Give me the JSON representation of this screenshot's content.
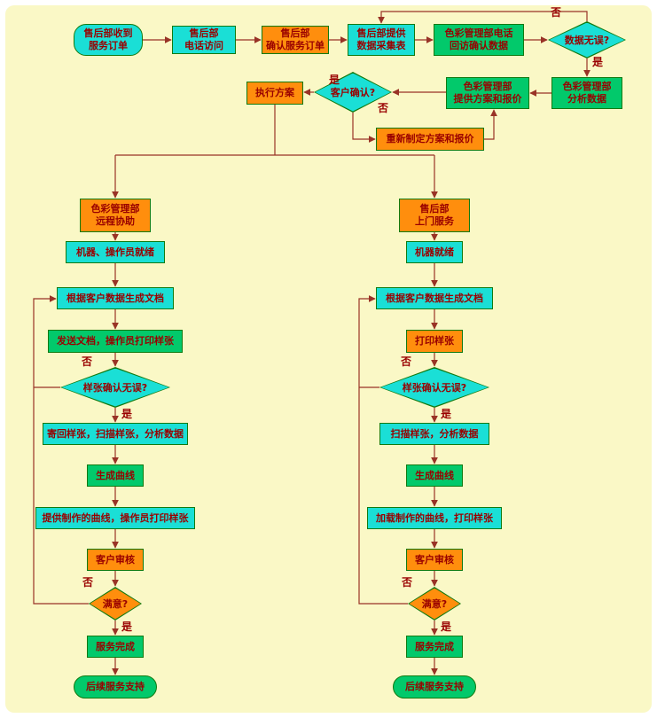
{
  "diagram": {
    "type": "flowchart",
    "colors": {
      "bg": "#FAF8C6",
      "cyan": "#1ADFD6",
      "orange": "#FF8E0D",
      "green": "#02C96B",
      "border": "#117A11",
      "line": "#993326",
      "text": "#990000"
    },
    "edge_labels": {
      "yes": "是",
      "no": "否"
    },
    "nodes": [
      {
        "name": "receive-order",
        "shape": "terminator",
        "color": "cyan",
        "text": "售后部收到\n服务订单"
      },
      {
        "name": "phone-visit",
        "shape": "process",
        "color": "cyan",
        "text": "售后部\n电话访问"
      },
      {
        "name": "confirm-order",
        "shape": "process",
        "color": "orange",
        "text": "售后部\n确认服务订单"
      },
      {
        "name": "data-collection-form",
        "shape": "process",
        "color": "cyan",
        "text": "售后部提供\n数据采集表"
      },
      {
        "name": "callback-confirm-data",
        "shape": "process",
        "color": "green",
        "text": "色彩管理部电话\n回访确认数据"
      },
      {
        "name": "data-correct-decision",
        "shape": "decision",
        "color": "cyan",
        "text": "数据无误?"
      },
      {
        "name": "analyze-data",
        "shape": "process",
        "color": "green",
        "text": "色彩管理部\n分析数据"
      },
      {
        "name": "provide-plan-quote",
        "shape": "process",
        "color": "green",
        "text": "色彩管理部\n提供方案和报价"
      },
      {
        "name": "customer-confirm-decision",
        "shape": "decision",
        "color": "cyan",
        "text": "客户确认?"
      },
      {
        "name": "execute-plan",
        "shape": "process",
        "color": "orange",
        "text": "执行方案"
      },
      {
        "name": "revise-plan-quote",
        "shape": "process",
        "color": "orange",
        "text": "重新制定方案和报价"
      },
      {
        "name": "remote-assist",
        "shape": "process",
        "color": "orange",
        "text": "色彩管理部\n远程协助"
      },
      {
        "name": "machine-operator-ready",
        "shape": "process",
        "color": "cyan",
        "text": "机器、操作员就绪"
      },
      {
        "name": "generate-doc-left",
        "shape": "process",
        "color": "cyan",
        "text": "根据客户数据生成文档"
      },
      {
        "name": "send-doc-print-sample",
        "shape": "process",
        "color": "green",
        "text": "发送文档，操作员打印样张"
      },
      {
        "name": "sample-ok-decision-left",
        "shape": "decision",
        "color": "cyan",
        "text": "样张确认无误?"
      },
      {
        "name": "return-scan-analyze",
        "shape": "process",
        "color": "cyan",
        "text": "寄回样张，扫描样张，分析数据"
      },
      {
        "name": "generate-curve-left",
        "shape": "process",
        "color": "green",
        "text": "生成曲线"
      },
      {
        "name": "provide-curve-print",
        "shape": "process",
        "color": "cyan",
        "text": "提供制作的曲线，操作员打印样张"
      },
      {
        "name": "customer-review-left",
        "shape": "process",
        "color": "orange",
        "text": "客户审核"
      },
      {
        "name": "satisfied-decision-left",
        "shape": "decision",
        "color": "orange",
        "text": "满意?"
      },
      {
        "name": "service-complete-left",
        "shape": "process",
        "color": "green",
        "text": "服务完成"
      },
      {
        "name": "followup-support-left",
        "shape": "terminator",
        "color": "green",
        "text": "后续服务支持"
      },
      {
        "name": "onsite-service",
        "shape": "process",
        "color": "orange",
        "text": "售后部\n上门服务"
      },
      {
        "name": "machine-ready",
        "shape": "process",
        "color": "cyan",
        "text": "机器就绪"
      },
      {
        "name": "generate-doc-right",
        "shape": "process",
        "color": "cyan",
        "text": "根据客户数据生成文档"
      },
      {
        "name": "print-sample-right",
        "shape": "process",
        "color": "orange",
        "text": "打印样张"
      },
      {
        "name": "sample-ok-decision-right",
        "shape": "decision",
        "color": "cyan",
        "text": "样张确认无误?"
      },
      {
        "name": "scan-analyze-right",
        "shape": "process",
        "color": "cyan",
        "text": "扫描样张，分析数据"
      },
      {
        "name": "generate-curve-right",
        "shape": "process",
        "color": "green",
        "text": "生成曲线"
      },
      {
        "name": "load-curve-print",
        "shape": "process",
        "color": "cyan",
        "text": "加载制作的曲线，打印样张"
      },
      {
        "name": "customer-review-right",
        "shape": "process",
        "color": "orange",
        "text": "客户审核"
      },
      {
        "name": "satisfied-decision-right",
        "shape": "decision",
        "color": "orange",
        "text": "满意?"
      },
      {
        "name": "service-complete-right",
        "shape": "process",
        "color": "green",
        "text": "服务完成"
      },
      {
        "name": "followup-support-right",
        "shape": "terminator",
        "color": "green",
        "text": "后续服务支持"
      }
    ]
  }
}
